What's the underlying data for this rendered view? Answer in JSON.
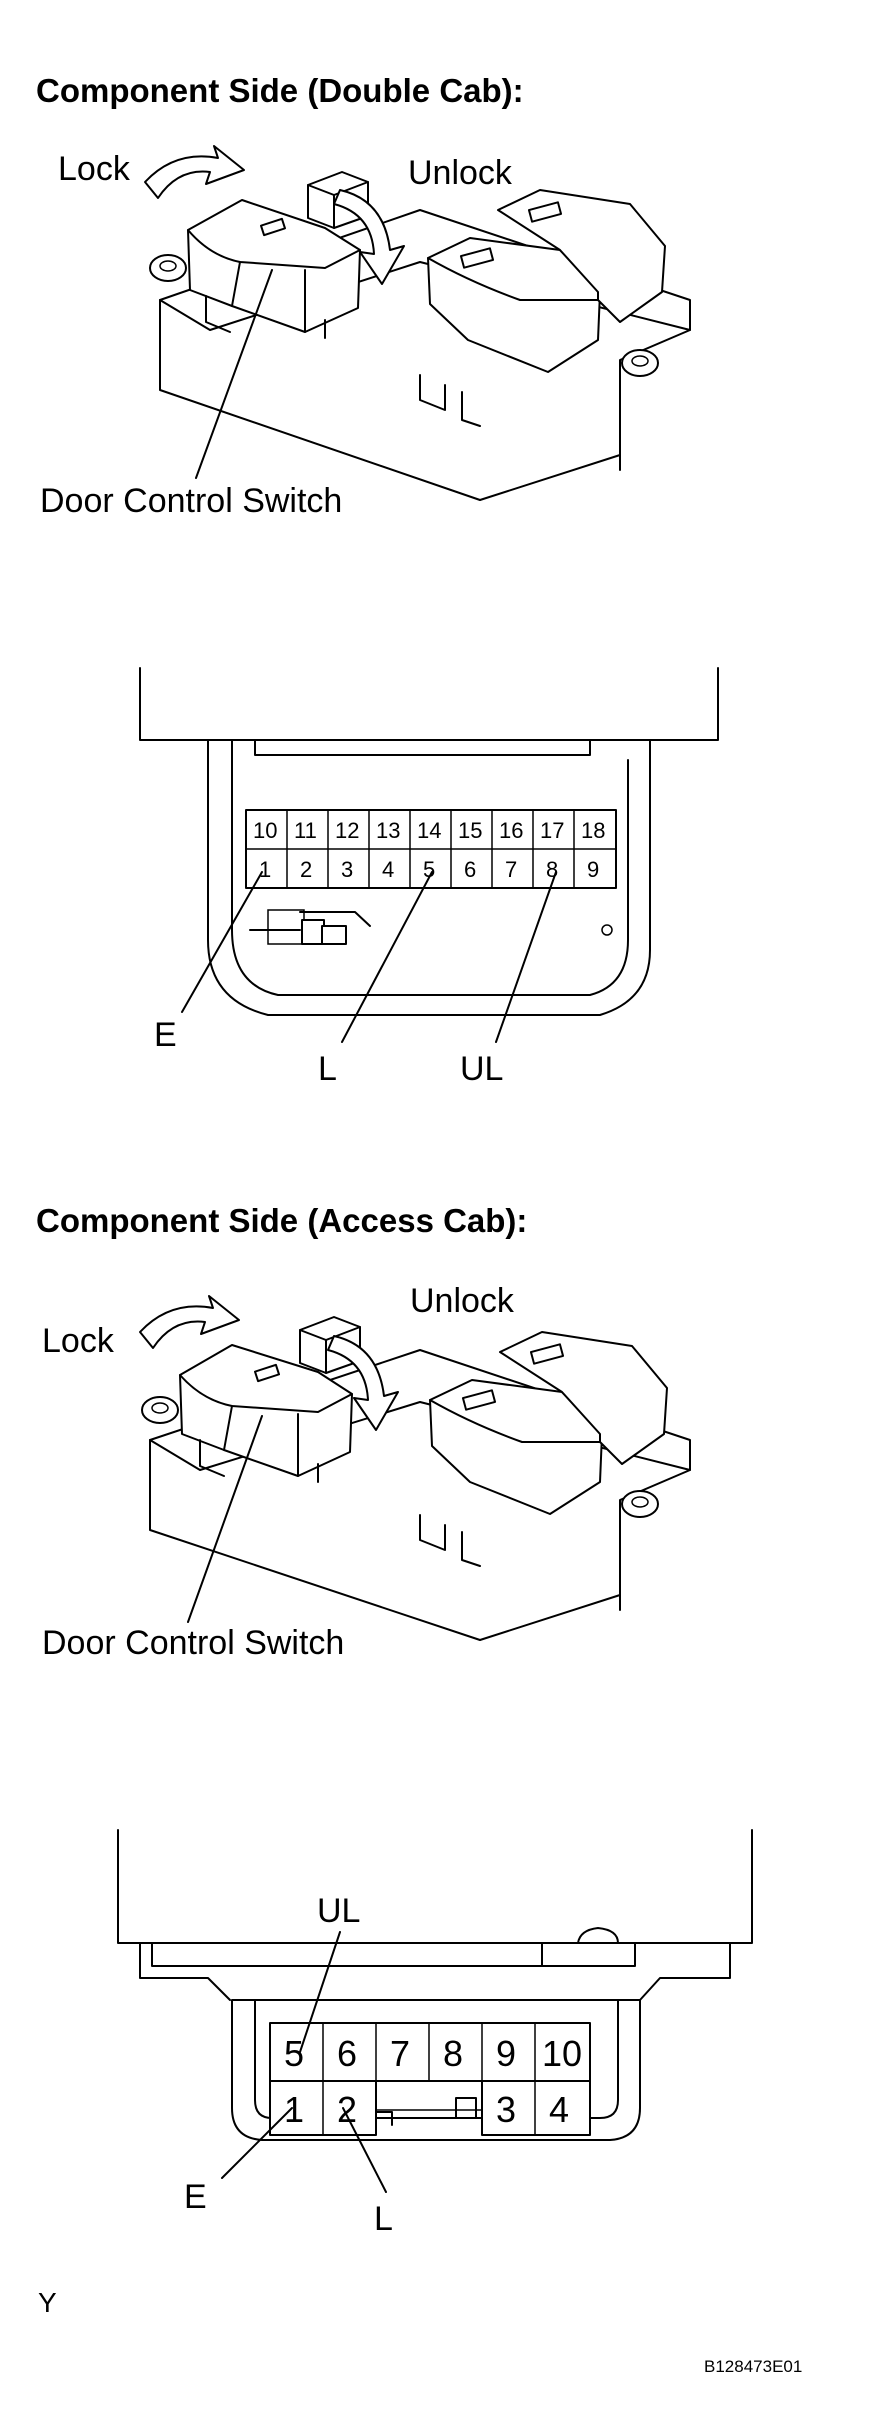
{
  "section1": {
    "heading": "Component Side (Double Cab):",
    "lock_label": "Lock",
    "unlock_label": "Unlock",
    "switch_label": "Door Control Switch",
    "connector_top_row": [
      "10",
      "11",
      "12",
      "13",
      "14",
      "15",
      "16",
      "17",
      "18"
    ],
    "connector_bottom_row": [
      "1",
      "2",
      "3",
      "4",
      "5",
      "6",
      "7",
      "8",
      "9"
    ],
    "terminal_e": "E",
    "terminal_l": "L",
    "terminal_ul": "UL"
  },
  "section2": {
    "heading": "Component Side (Access Cab):",
    "lock_label": "Lock",
    "unlock_label": "Unlock",
    "switch_label": "Door Control Switch",
    "connector_top_row": [
      "5",
      "6",
      "7",
      "8",
      "9",
      "10"
    ],
    "connector_bottom_left": [
      "1",
      "2"
    ],
    "connector_bottom_right": [
      "3",
      "4"
    ],
    "terminal_ul": "UL",
    "terminal_e": "E",
    "terminal_l": "L"
  },
  "footer": {
    "mark": "Y",
    "figure_code": "B128473E01"
  }
}
